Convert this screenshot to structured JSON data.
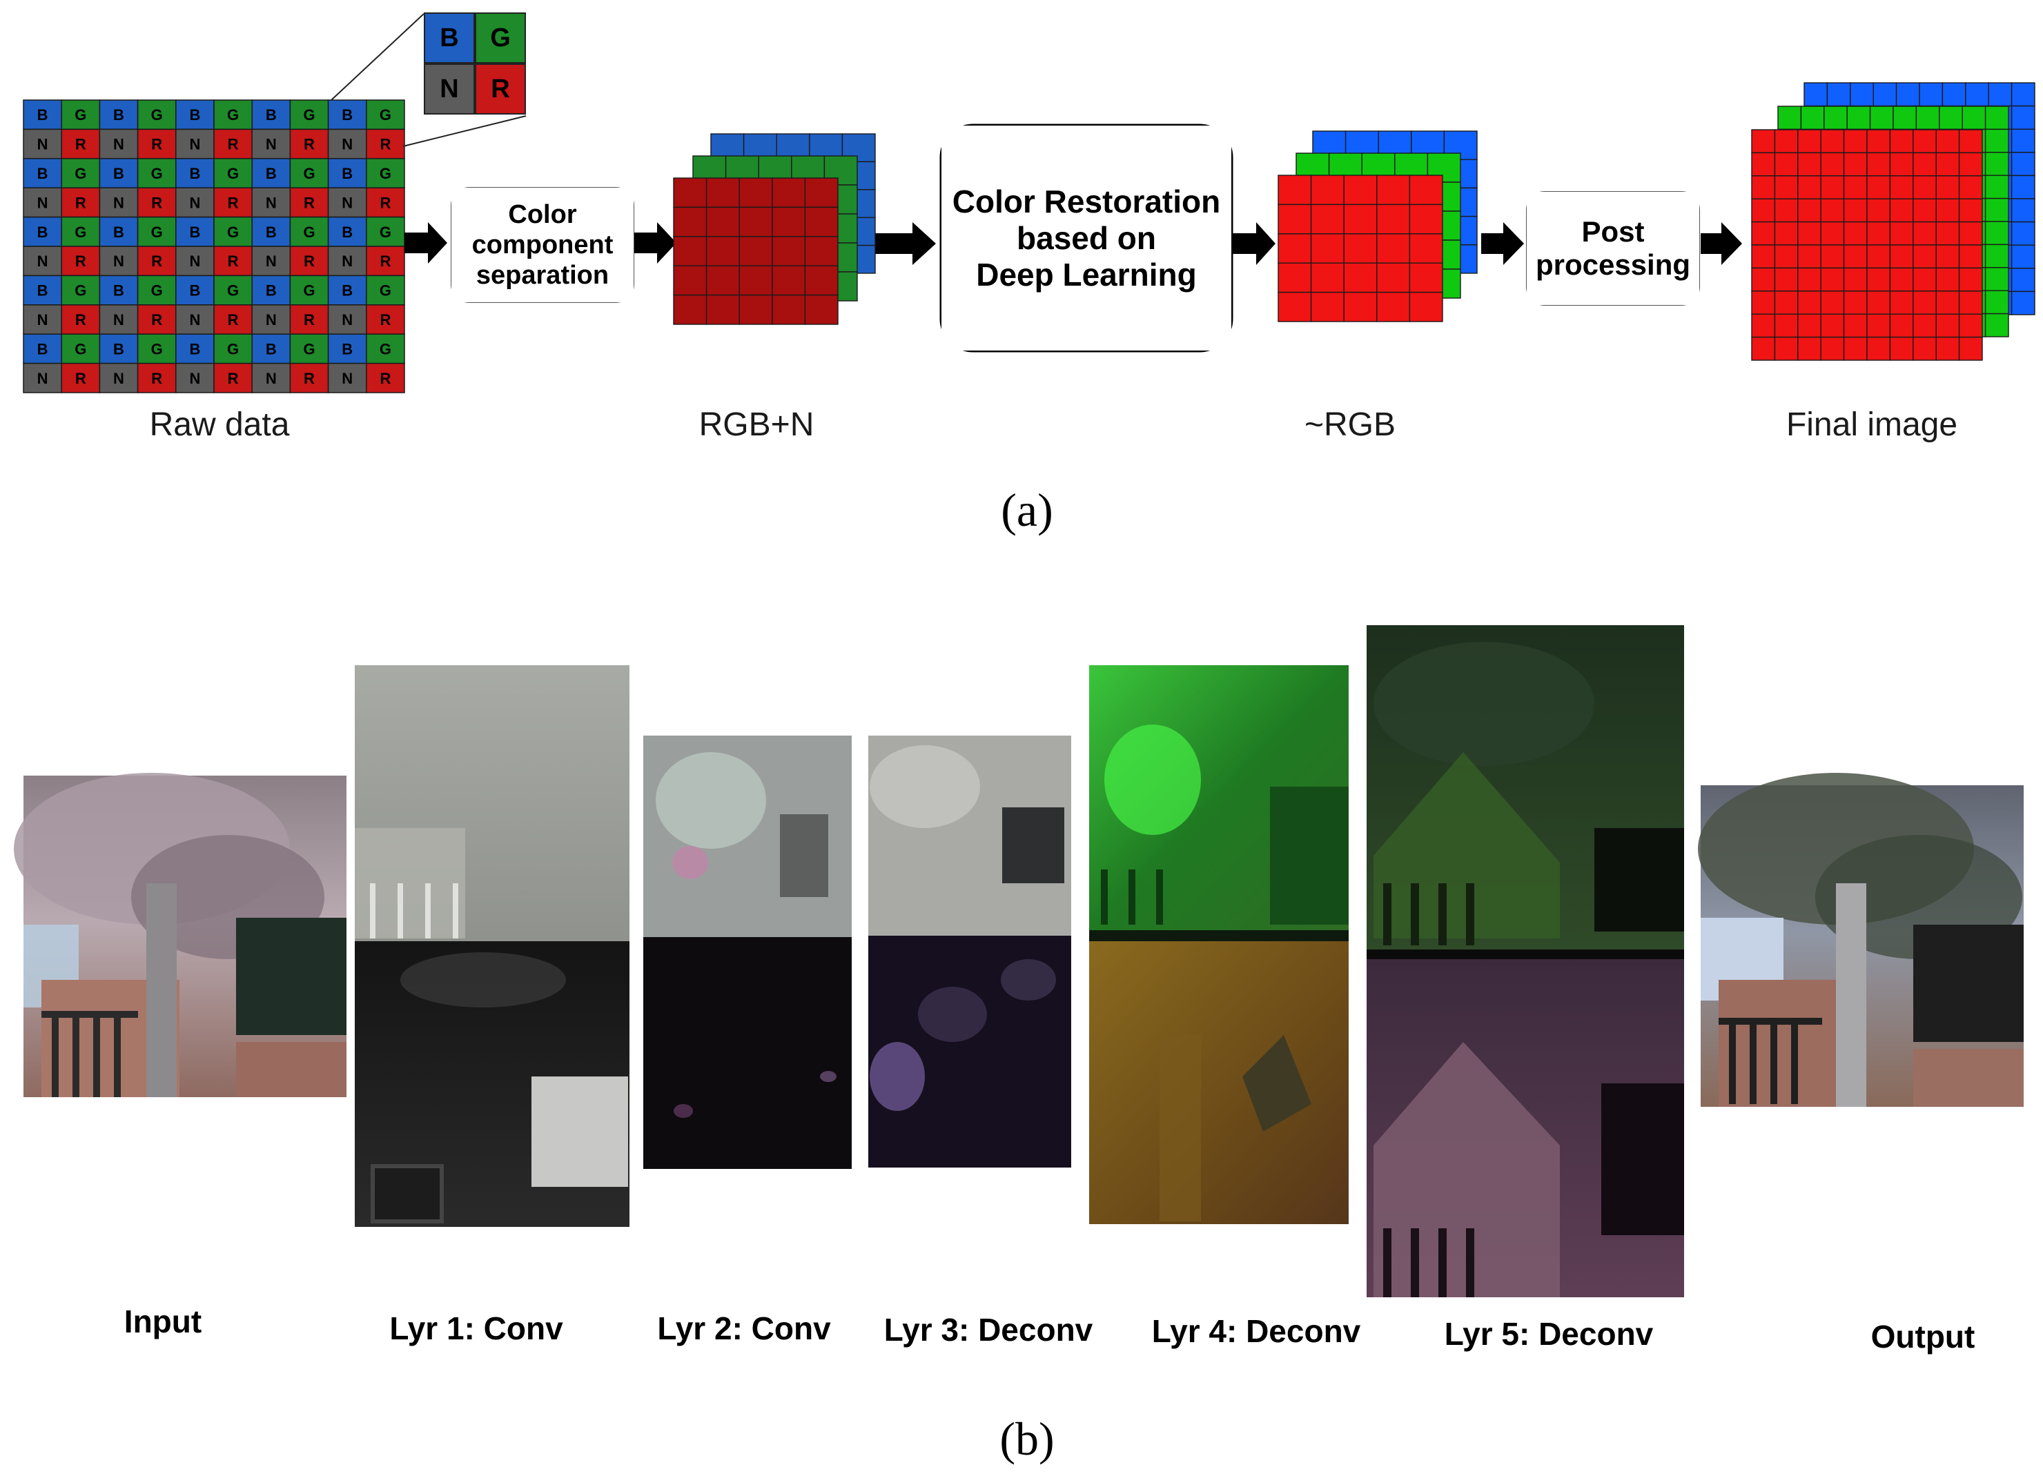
{
  "part_a": {
    "mosaic": {
      "cols": 10,
      "rows": 10,
      "odd_row_pattern": [
        "B",
        "G"
      ],
      "even_row_pattern": [
        "N",
        "R"
      ],
      "colors": {
        "B": "#1f5fc2",
        "G": "#1e8a2a",
        "N": "#5c5c5c",
        "R": "#c81818"
      }
    },
    "legend": {
      "cells": [
        {
          "letter": "B",
          "color": "#1f5fc2"
        },
        {
          "letter": "G",
          "color": "#1e8a2a"
        },
        {
          "letter": "N",
          "color": "#5c5c5c"
        },
        {
          "letter": "R",
          "color": "#c81818"
        }
      ]
    },
    "labels": {
      "raw": "Raw data",
      "rgbn": "RGB+N",
      "rgb": "~RGB",
      "final": "Final image"
    },
    "boxes": {
      "separation": [
        "Color",
        "component",
        "separation"
      ],
      "restoration": [
        "Color Restoration",
        "based on",
        "Deep Learning"
      ],
      "post": [
        "Post",
        "processing"
      ]
    },
    "stack_colors": {
      "dark": {
        "blue": "#1f5fc2",
        "green": "#1e8a2a",
        "red": "#a80f0f"
      },
      "bright": {
        "blue": "#1060ff",
        "green": "#10c810",
        "red": "#f01414"
      }
    },
    "caption": "(a)"
  },
  "part_b": {
    "labels": {
      "input": "Input",
      "lyr1": "Lyr 1: Conv",
      "lyr2": "Lyr 2: Conv",
      "lyr3": "Lyr 3: Deconv",
      "lyr4": "Lyr 4: Deconv",
      "lyr5": "Lyr 5: Deconv",
      "output": "Output"
    },
    "caption": "(b)"
  }
}
